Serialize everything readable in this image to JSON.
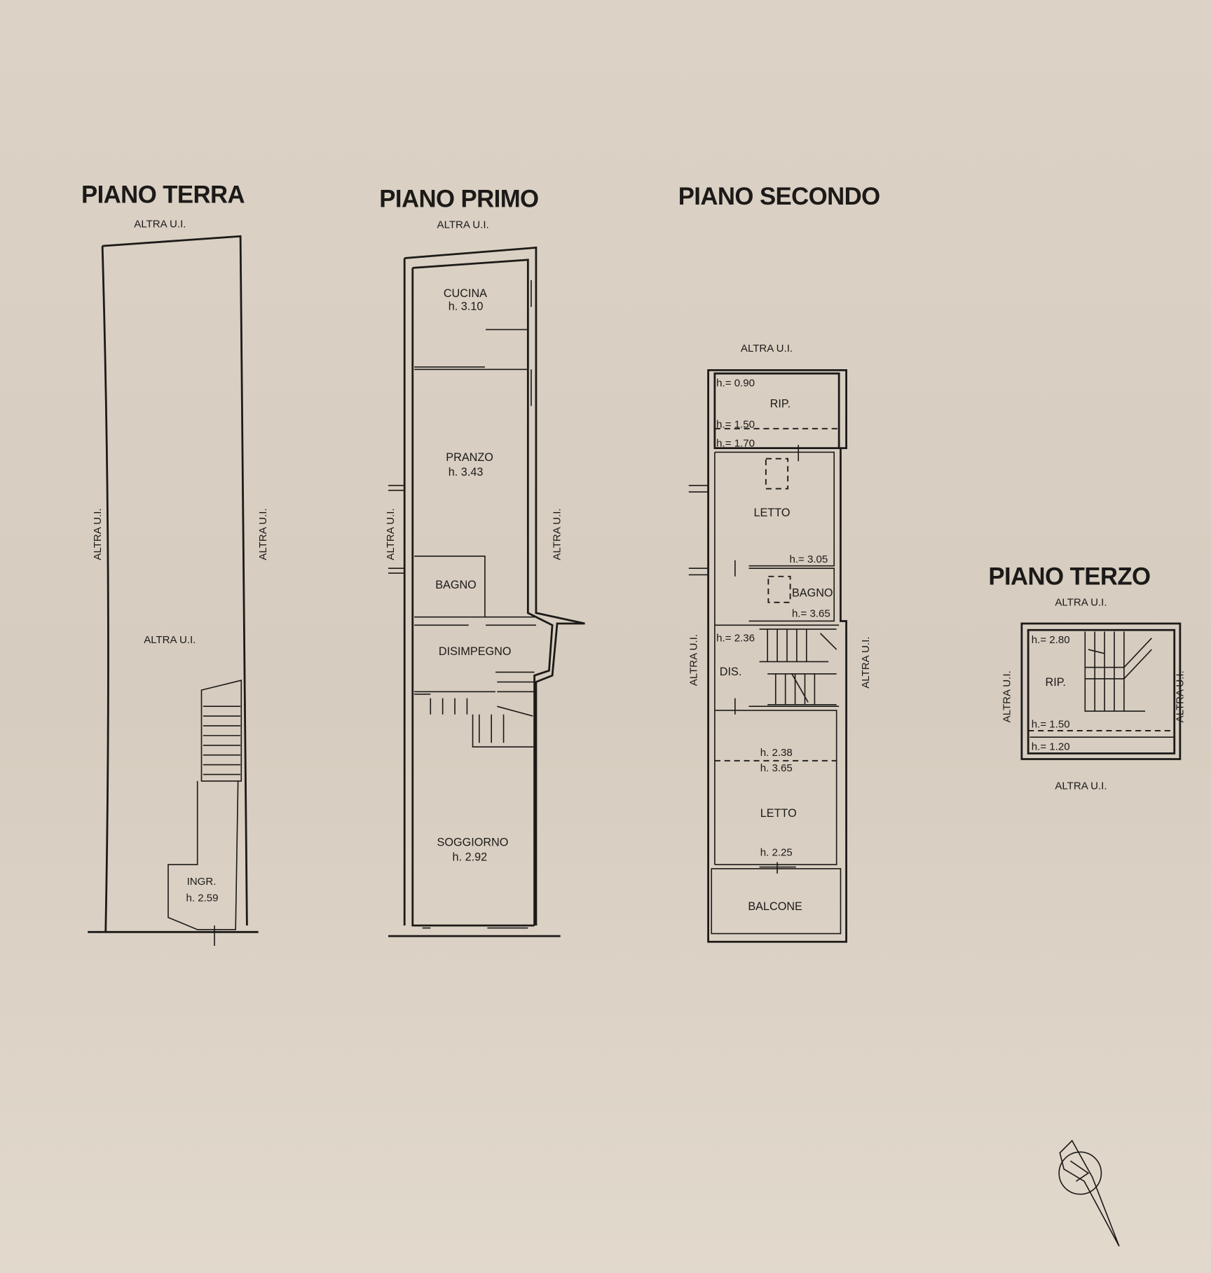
{
  "altra_ui": "ALTRA U.I.",
  "piano_terra": {
    "title": "PIANO TERRA",
    "ingr": "INGR.",
    "ingr_h": "h. 2.59"
  },
  "piano_primo": {
    "title": "PIANO PRIMO",
    "rooms": [
      {
        "name": "CUCINA",
        "h": "h. 3.10"
      },
      {
        "name": "PRANZO",
        "h": "h. 3.43"
      },
      {
        "name": "BAGNO",
        "h": ""
      },
      {
        "name": "DISIMPEGNO",
        "h": ""
      },
      {
        "name": "SOGGIORNO",
        "h": "h. 2.92"
      }
    ]
  },
  "piano_secondo": {
    "title": "PIANO SECONDO",
    "rip": "RIP.",
    "rip_h1": "h.= 0.90",
    "rip_h2": "h.= 1.50",
    "rip_h3": "h.= 1.70",
    "letto1": "LETTO",
    "letto1_h": "h.= 3.05",
    "bagno": "BAGNO",
    "bagno_h": "h.= 3.65",
    "dis": "DIS.",
    "dis_h": "h.= 2.36",
    "letto2": "LETTO",
    "letto2_h1": "h. 2.38",
    "letto2_h2": "h. 3.65",
    "letto2_h3": "h. 2.25",
    "balcone": "BALCONE"
  },
  "piano_terzo": {
    "title": "PIANO TERZO",
    "rip": "RIP.",
    "h1": "h.= 2.80",
    "h2": "h.= 1.50",
    "h3": "h.= 1.20"
  },
  "north_arrow": "north-arrow-icon"
}
